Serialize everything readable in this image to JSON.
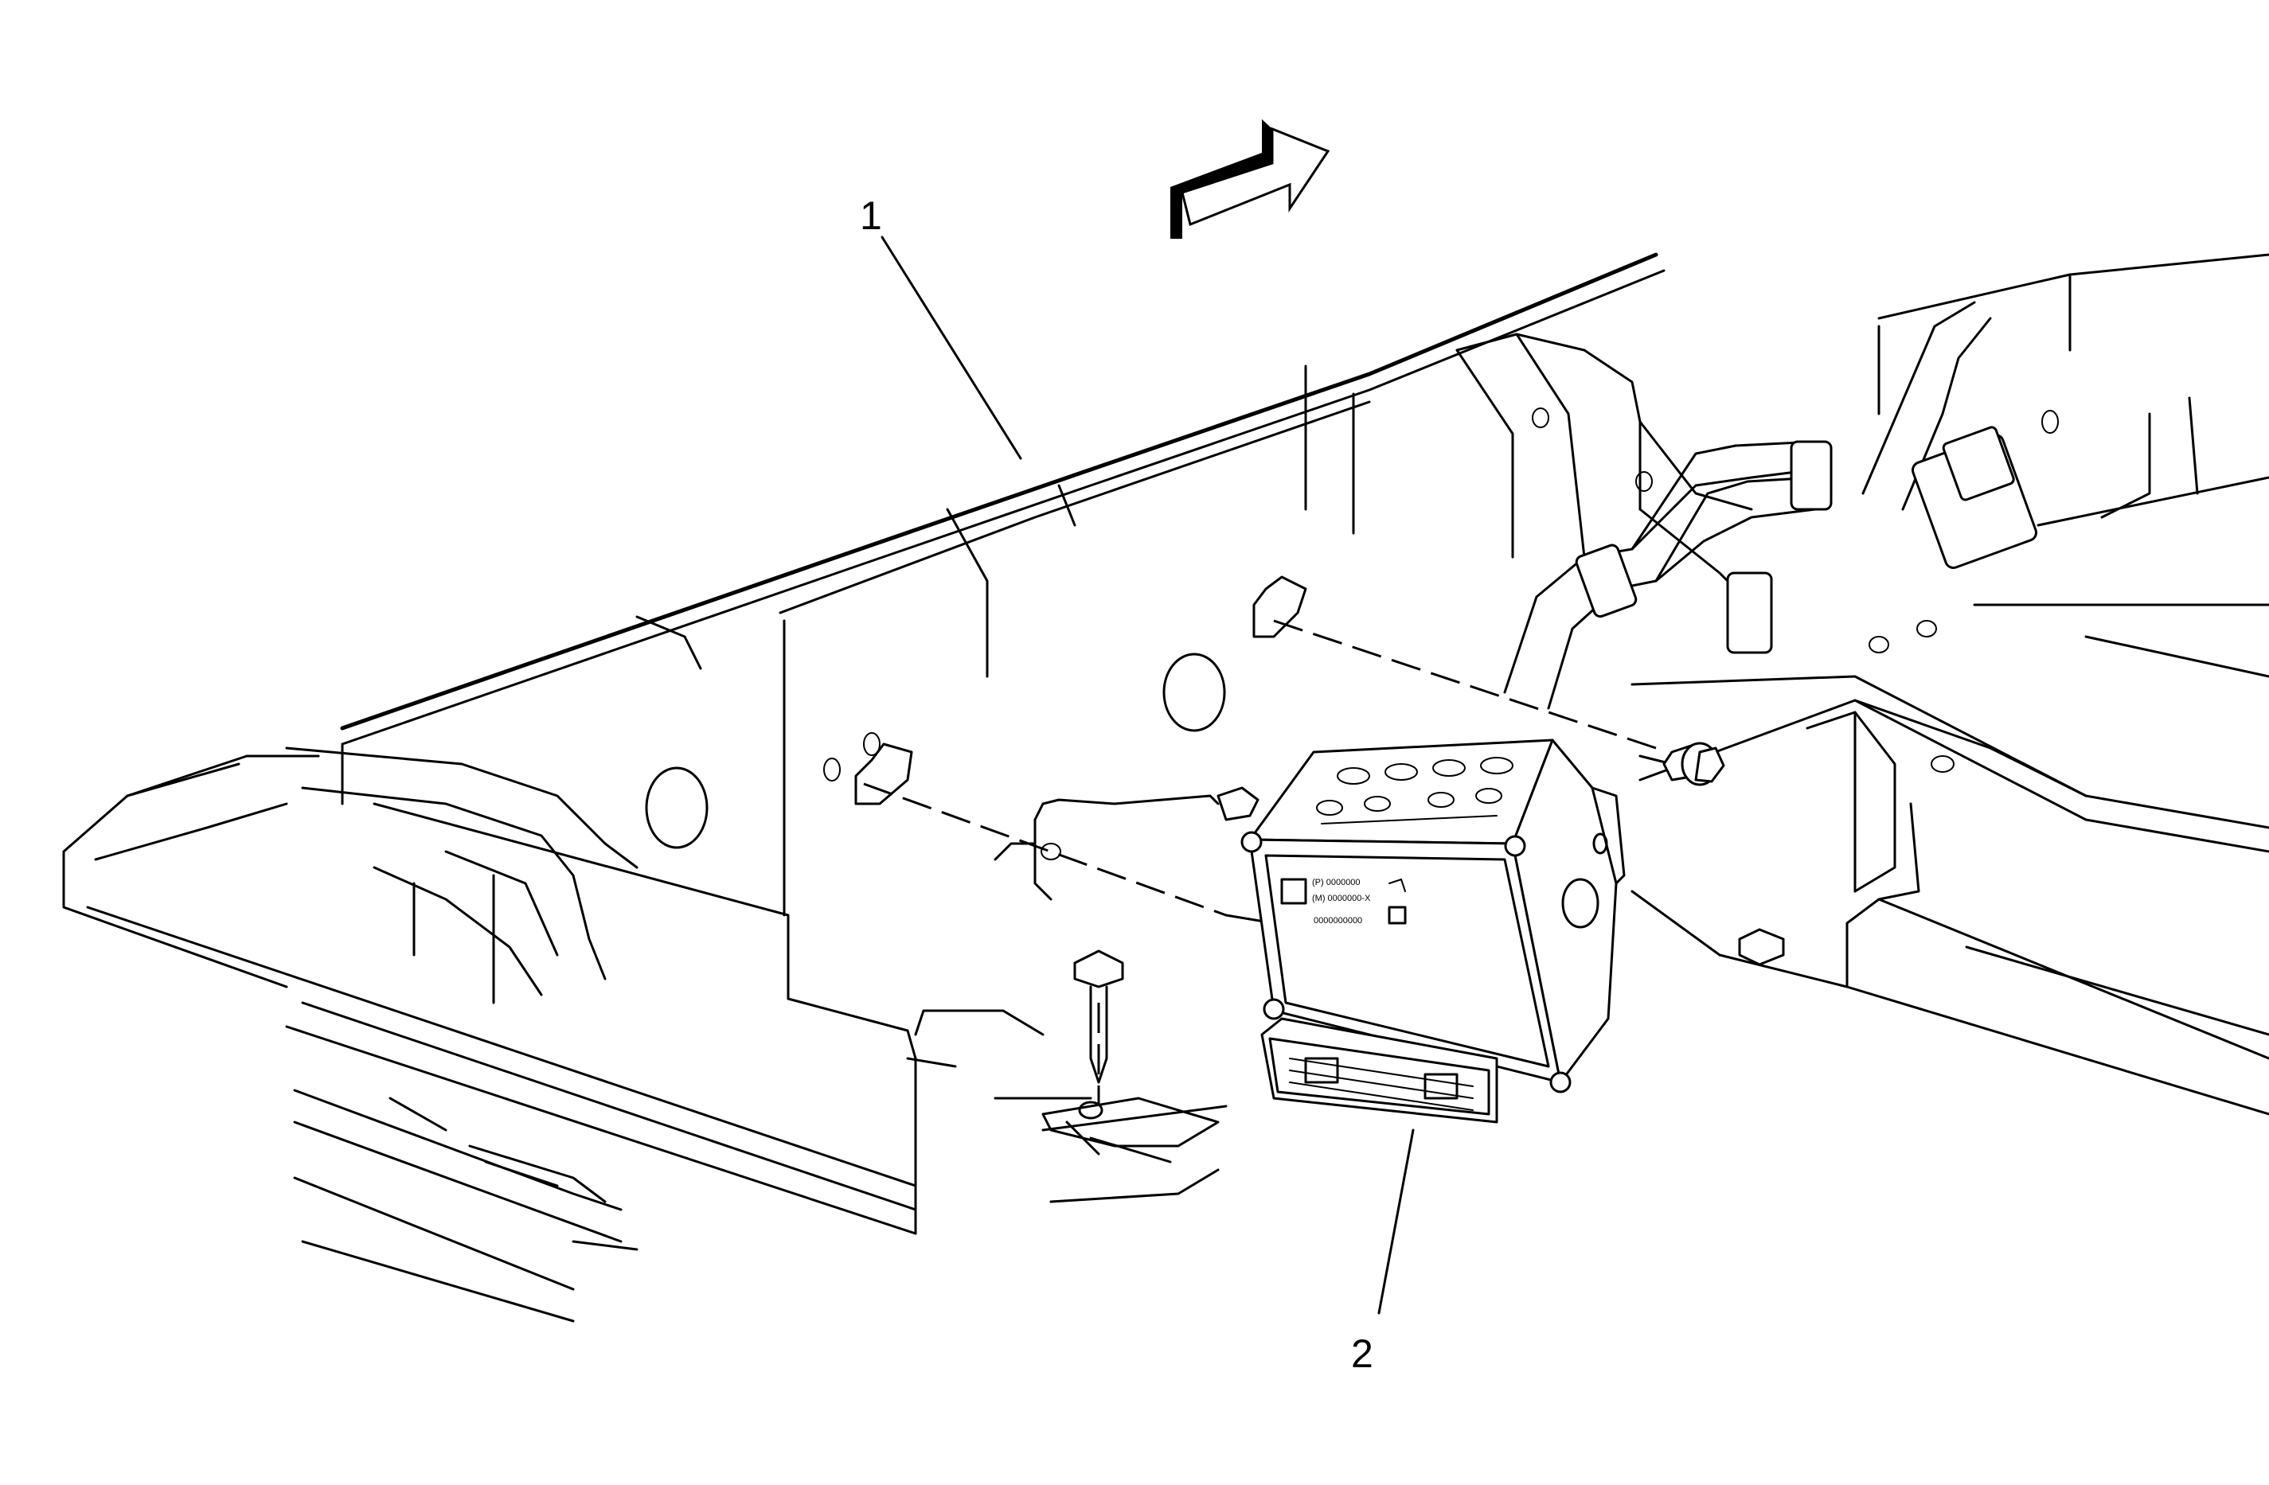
{
  "callouts": [
    {
      "label": "1"
    },
    {
      "label": "2"
    }
  ],
  "module_text": {
    "line1": "(P) 0000000",
    "line2": "(M) 0000000-X",
    "line3": "0000000000"
  },
  "icons": {
    "direction": "forward-arrow-icon"
  },
  "colors": {
    "ink": "#000000",
    "background": "#ffffff"
  }
}
